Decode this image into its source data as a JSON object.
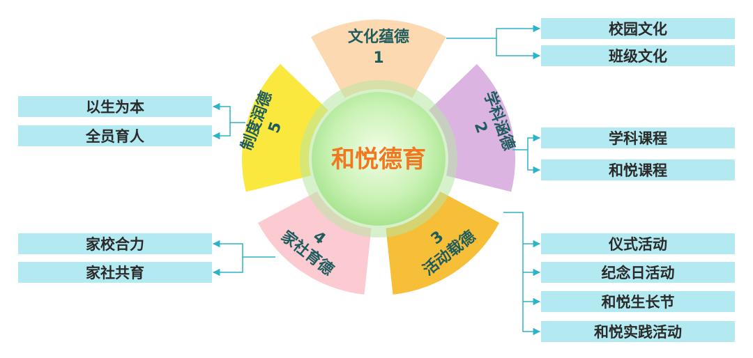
{
  "center": {
    "label": "和悦德育",
    "color": "#f07820"
  },
  "sectors": [
    {
      "title": "文化蕴德",
      "number": "1",
      "color": "#fcd9b0",
      "children": [
        "校园文化",
        "班级文化"
      ]
    },
    {
      "title": "学科涵德",
      "number": "2",
      "color": "#dcb4e2",
      "children": [
        "学科课程",
        "和悦课程"
      ]
    },
    {
      "title": "活动载德",
      "number": "3",
      "color": "#f7bf37",
      "children": [
        "仪式活动",
        "纪念日活动",
        "和悦生长节",
        "和悦实践活动"
      ]
    },
    {
      "title": "家社育德",
      "number": "4",
      "color": "#fccbd2",
      "children": [
        "家校合力",
        "家社共育"
      ]
    },
    {
      "title": "制度润德",
      "number": "5",
      "color": "#fae83e",
      "children": [
        "以生为本",
        "全员育人"
      ]
    }
  ],
  "colors": {
    "label_text": "#1f5c5e",
    "box_fill": "#b3e9f0",
    "connector": "#2bb3c6",
    "ring": "#b8e6a4",
    "center_fill": "#d4f7c4"
  }
}
